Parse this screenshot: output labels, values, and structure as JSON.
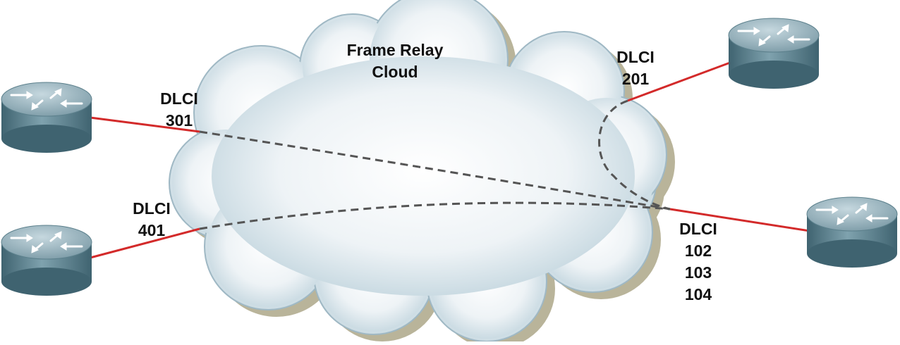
{
  "cloud": {
    "title_line1": "Frame Relay",
    "title_line2": "Cloud"
  },
  "dlci_labels": {
    "top_left": {
      "word": "DLCI",
      "values": [
        "301"
      ]
    },
    "bottom_left": {
      "word": "DLCI",
      "values": [
        "401"
      ]
    },
    "top_right": {
      "word": "DLCI",
      "values": [
        "201"
      ]
    },
    "bottom_right": {
      "word": "DLCI",
      "values": [
        "102",
        "103",
        "104"
      ]
    }
  },
  "routers": [
    {
      "id": "router-top-left"
    },
    {
      "id": "router-bottom-left"
    },
    {
      "id": "router-top-right"
    },
    {
      "id": "router-bottom-right"
    }
  ],
  "colors": {
    "link": "#d32a2a",
    "virtual_circuit": "#555555",
    "cloud_fill_center": "#f4f7f9",
    "cloud_fill_edge": "#a9c1cd",
    "cloud_shadow": "#b9b49a",
    "router_top": "#8aa9b5",
    "router_side": "#4f7583"
  }
}
